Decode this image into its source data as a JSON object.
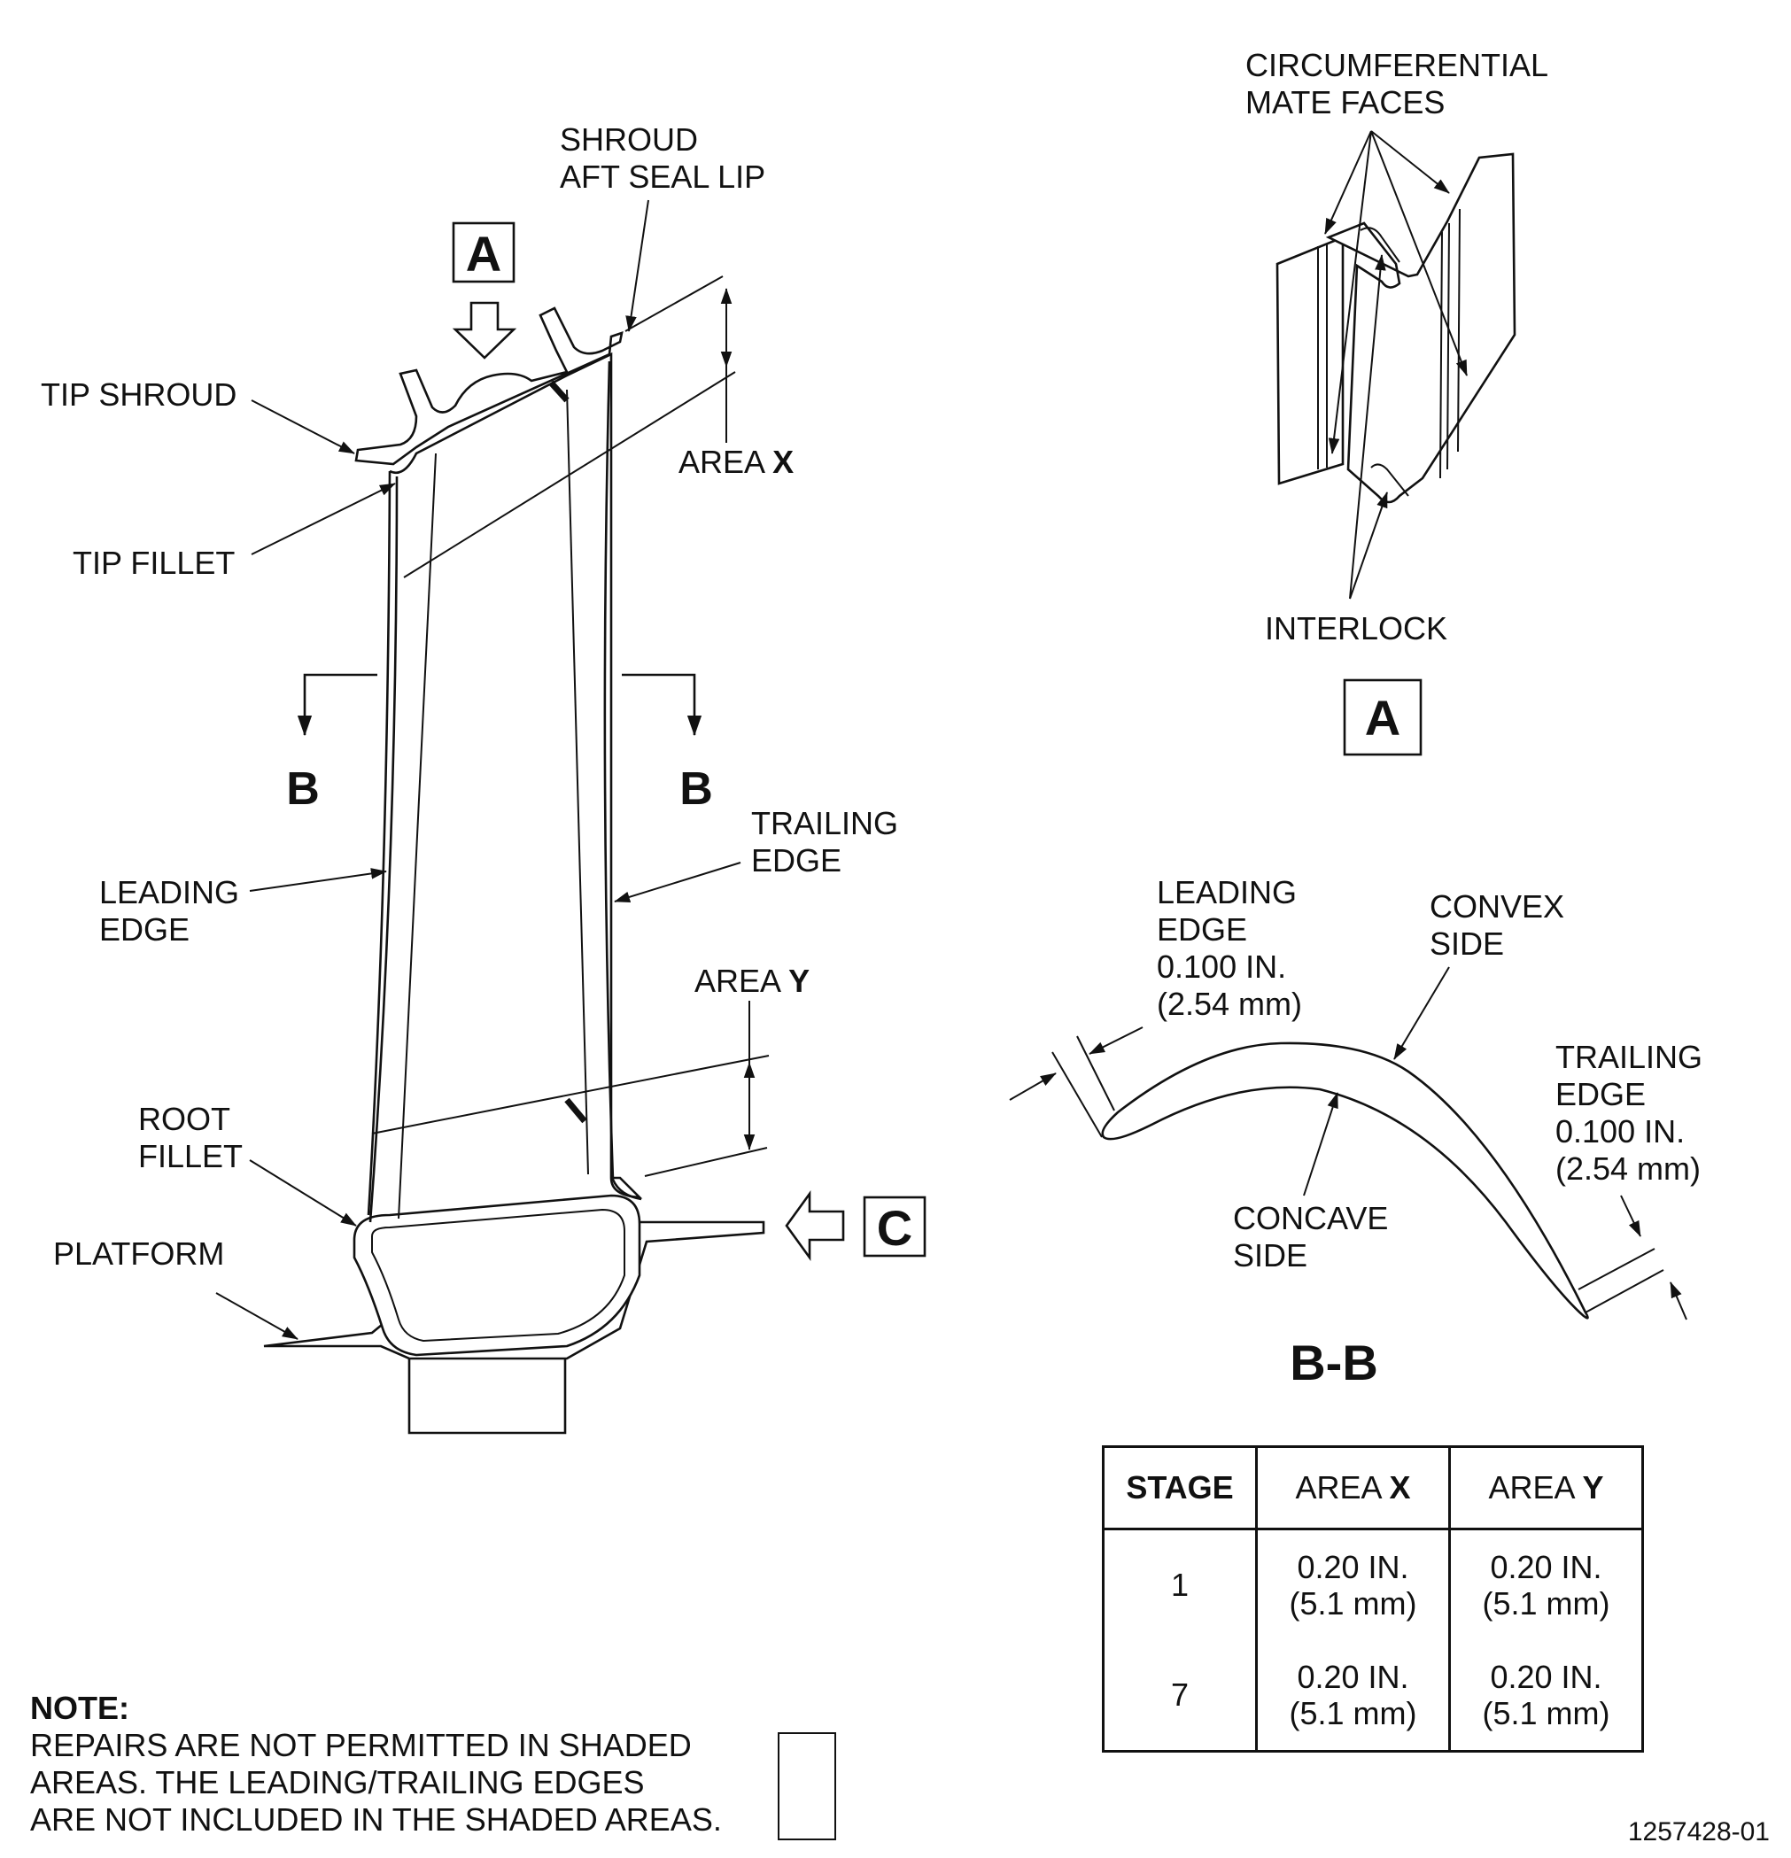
{
  "labels": {
    "shroud_aft_seal_lip": [
      "SHROUD",
      "AFT SEAL LIP"
    ],
    "view_a": "A",
    "tip_shroud": "TIP SHROUD",
    "tip_fillet": "TIP FILLET",
    "area_x": {
      "prefix": "AREA ",
      "letter": "X"
    },
    "area_y": {
      "prefix": "AREA ",
      "letter": "Y"
    },
    "section_cut": "B",
    "leading_edge": [
      "LEADING",
      "EDGE"
    ],
    "trailing_edge": [
      "TRAILING",
      "EDGE"
    ],
    "root_fillet": [
      "ROOT",
      "FILLET"
    ],
    "platform": "PLATFORM",
    "view_c": "C",
    "circumferential_mate_faces": [
      "CIRCUMFERENTIAL",
      "MATE FACES"
    ],
    "interlock": "INTERLOCK",
    "view_a_caption": "A",
    "section_leading_edge": [
      "LEADING",
      "EDGE",
      "0.100 IN.",
      "(2.54 mm)"
    ],
    "convex_side": [
      "CONVEX",
      "SIDE"
    ],
    "concave_side": [
      "CONCAVE",
      "SIDE"
    ],
    "section_trailing_edge": [
      "TRAILING",
      "EDGE",
      "0.100 IN.",
      "(2.54 mm)"
    ],
    "section_title": "B-B"
  },
  "table": {
    "headers": {
      "stage": "STAGE",
      "area_x": {
        "prefix": "AREA ",
        "letter": "X"
      },
      "area_y": {
        "prefix": "AREA ",
        "letter": "Y"
      }
    },
    "rows": [
      {
        "stage": "1",
        "area_x": [
          "0.20 IN.",
          "(5.1 mm)"
        ],
        "area_y": [
          "0.20 IN.",
          "(5.1 mm)"
        ]
      },
      {
        "stage": "7",
        "area_x": [
          "0.20 IN.",
          "(5.1 mm)"
        ],
        "area_y": [
          "0.20 IN.",
          "(5.1 mm)"
        ]
      }
    ]
  },
  "note": {
    "title": "NOTE:",
    "lines": [
      "REPAIRS ARE NOT PERMITTED IN SHADED",
      "AREAS. THE LEADING/TRAILING EDGES",
      "ARE NOT INCLUDED IN THE SHADED AREAS."
    ]
  },
  "drawing_number": "1257428-01"
}
